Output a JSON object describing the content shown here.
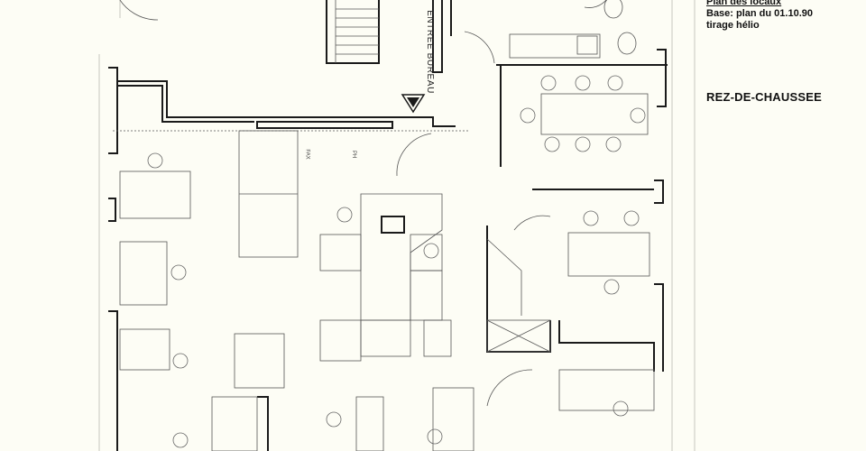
{
  "title_block": {
    "doc_title": "Plan des locaux",
    "base": "Base: plan du 01.10.90",
    "print_type": "tirage hélio"
  },
  "floor_label": "REZ-DE-CHAUSSEE",
  "entrance_label": "ENTREE BUREAU",
  "equipment_labels": {
    "fax": "FAX",
    "ph": "PH"
  },
  "colors": {
    "paper": "#fdfdf5",
    "ink": "#1a1a1a",
    "faint": "#b9b9b0"
  }
}
